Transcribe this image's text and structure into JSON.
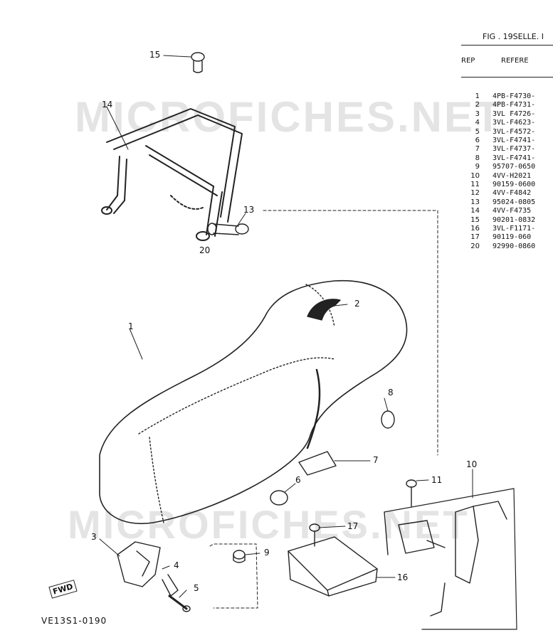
{
  "watermark": "MICROFICHES.NET",
  "table": {
    "fig_title": "FIG . 19SELLE. I",
    "col_rep": "REP",
    "col_ref": "REFERE",
    "rows": [
      {
        "rep": "1",
        "ref": "4PB-F4730-"
      },
      {
        "rep": "2",
        "ref": "4PB-F4731-"
      },
      {
        "rep": "3",
        "ref": "3VL F4726-"
      },
      {
        "rep": "4",
        "ref": "3VL-F4623-"
      },
      {
        "rep": "5",
        "ref": "3VL-F4572-"
      },
      {
        "rep": "6",
        "ref": "3VL-F4741-"
      },
      {
        "rep": "7",
        "ref": "3VL-F4737-"
      },
      {
        "rep": "8",
        "ref": "3VL-F4741-"
      },
      {
        "rep": "9",
        "ref": "95707-0650"
      },
      {
        "rep": "10",
        "ref": "4VV-H2021"
      },
      {
        "rep": "11",
        "ref": "90159-0600"
      },
      {
        "rep": "12",
        "ref": "4VV-F4842"
      },
      {
        "rep": "13",
        "ref": "95024-0805"
      },
      {
        "rep": "14",
        "ref": "4VV-F4735"
      },
      {
        "rep": "15",
        "ref": "90201-0832"
      },
      {
        "rep": "16",
        "ref": "3VL-F1171-"
      },
      {
        "rep": "17",
        "ref": "90119-060"
      },
      {
        "rep": "20",
        "ref": "92990-0860"
      }
    ]
  },
  "callouts": {
    "c1": "1",
    "c2": "2",
    "c3": "3",
    "c4": "4",
    "c5": "5",
    "c6": "6",
    "c7": "7",
    "c8": "8",
    "c9": "9",
    "c10": "10",
    "c11": "11",
    "c13": "13",
    "c14": "14",
    "c15": "15",
    "c16": "16",
    "c17": "17",
    "c20": "20"
  },
  "fwd_label": "FWD",
  "drawing_code": "VE13S1-0190"
}
